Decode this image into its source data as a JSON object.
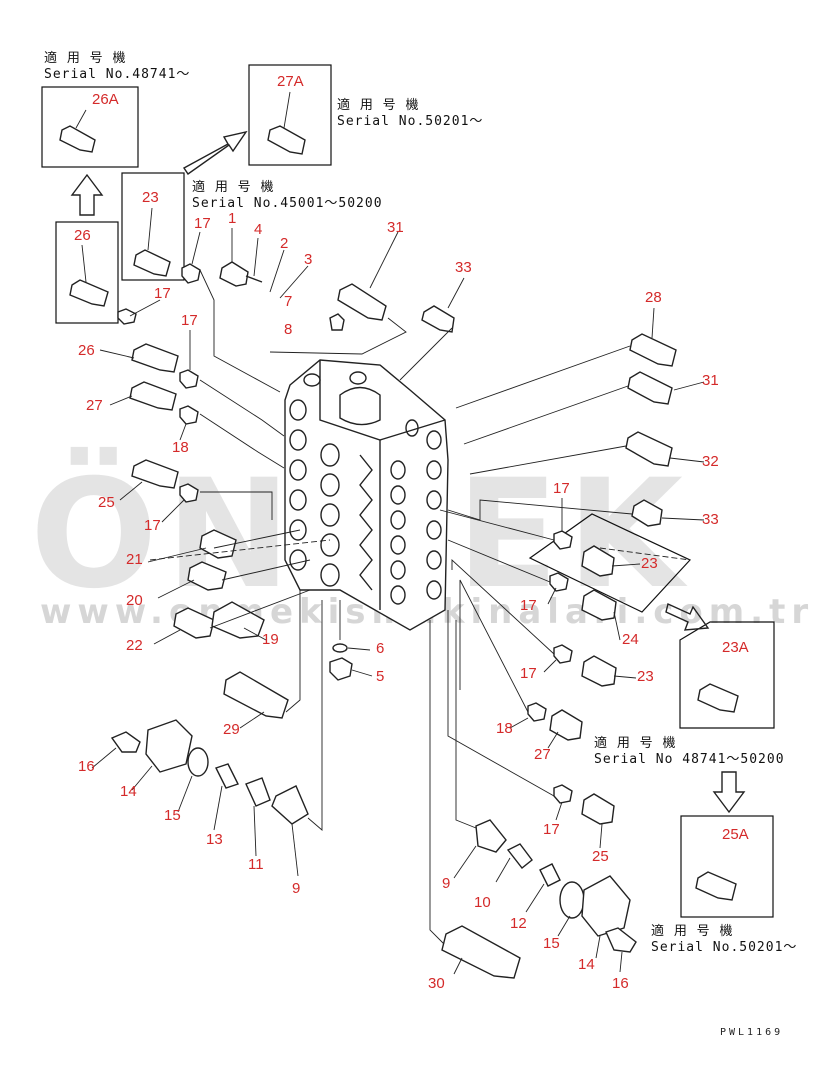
{
  "watermark": {
    "brand": "ÖNMEK",
    "url": "www.onmekismakinalari.com.tr"
  },
  "drawing_code": "PWL1169",
  "notes": [
    {
      "id": "n1",
      "line1": "適 用 号 機",
      "line2": "Serial No.48741～"
    },
    {
      "id": "n2",
      "line1": "適 用 号 機",
      "line2": "Serial No.50201～"
    },
    {
      "id": "n3",
      "line1": "適 用 号 機",
      "line2": "Serial No.45001～50200"
    },
    {
      "id": "n4",
      "line1": "適 用 号 機",
      "line2": "Serial No 48741～50200"
    },
    {
      "id": "n5",
      "line1": "適 用 号 機",
      "line2": "Serial No.50201～"
    }
  ],
  "labels": [
    {
      "id": "l26A",
      "text": "26A"
    },
    {
      "id": "l27A",
      "text": "27A"
    },
    {
      "id": "l23top",
      "text": "23"
    },
    {
      "id": "l26box",
      "text": "26"
    },
    {
      "id": "l17a",
      "text": "17"
    },
    {
      "id": "l1",
      "text": "1"
    },
    {
      "id": "l4",
      "text": "4"
    },
    {
      "id": "l2",
      "text": "2"
    },
    {
      "id": "l3",
      "text": "3"
    },
    {
      "id": "l7",
      "text": "7"
    },
    {
      "id": "l8",
      "text": "8"
    },
    {
      "id": "l31a",
      "text": "31"
    },
    {
      "id": "l33a",
      "text": "33"
    },
    {
      "id": "l17b",
      "text": "17"
    },
    {
      "id": "l17c",
      "text": "17"
    },
    {
      "id": "l26",
      "text": "26"
    },
    {
      "id": "l27",
      "text": "27"
    },
    {
      "id": "l18a",
      "text": "18"
    },
    {
      "id": "l25",
      "text": "25"
    },
    {
      "id": "l17d",
      "text": "17"
    },
    {
      "id": "l21",
      "text": "21"
    },
    {
      "id": "l20",
      "text": "20"
    },
    {
      "id": "l22",
      "text": "22"
    },
    {
      "id": "l19",
      "text": "19"
    },
    {
      "id": "l28",
      "text": "28"
    },
    {
      "id": "l31b",
      "text": "31"
    },
    {
      "id": "l32",
      "text": "32"
    },
    {
      "id": "l33b",
      "text": "33"
    },
    {
      "id": "l17e",
      "text": "17"
    },
    {
      "id": "l23a",
      "text": "23"
    },
    {
      "id": "l17f",
      "text": "17"
    },
    {
      "id": "l24",
      "text": "24"
    },
    {
      "id": "l23A",
      "text": "23A"
    },
    {
      "id": "l6",
      "text": "6"
    },
    {
      "id": "l5",
      "text": "5"
    },
    {
      "id": "l17g",
      "text": "17"
    },
    {
      "id": "l23b",
      "text": "23"
    },
    {
      "id": "l29",
      "text": "29"
    },
    {
      "id": "l18b",
      "text": "18"
    },
    {
      "id": "l27b",
      "text": "27"
    },
    {
      "id": "l16a",
      "text": "16"
    },
    {
      "id": "l14a",
      "text": "14"
    },
    {
      "id": "l15a",
      "text": "15"
    },
    {
      "id": "l13",
      "text": "13"
    },
    {
      "id": "l11",
      "text": "11"
    },
    {
      "id": "l9a",
      "text": "9"
    },
    {
      "id": "l17h",
      "text": "17"
    },
    {
      "id": "l25b",
      "text": "25"
    },
    {
      "id": "l25A",
      "text": "25A"
    },
    {
      "id": "l9b",
      "text": "9"
    },
    {
      "id": "l10",
      "text": "10"
    },
    {
      "id": "l12",
      "text": "12"
    },
    {
      "id": "l15b",
      "text": "15"
    },
    {
      "id": "l14b",
      "text": "14"
    },
    {
      "id": "l16b",
      "text": "16"
    },
    {
      "id": "l30",
      "text": "30"
    }
  ]
}
